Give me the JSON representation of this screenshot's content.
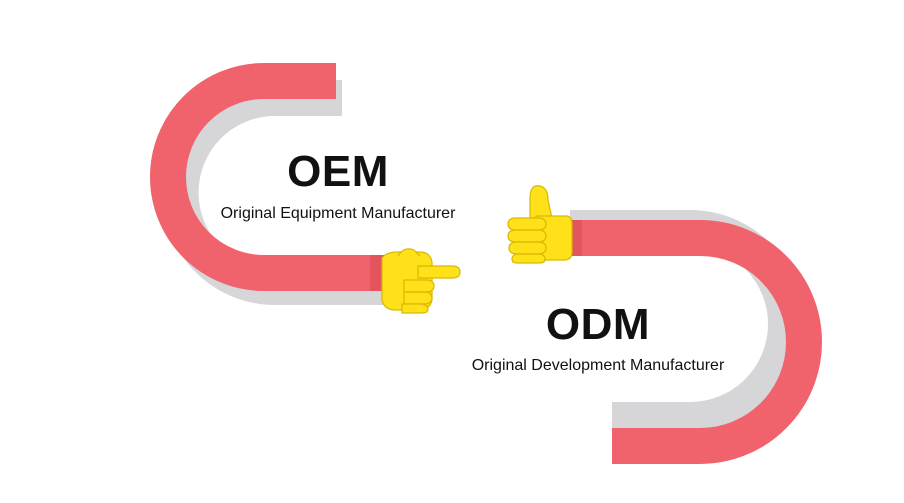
{
  "colors": {
    "arm": "#f0636c",
    "arm_shadow": "#d6d6d8",
    "hand": "#ffe11a",
    "hand_outline": "#d9b800",
    "text": "#111111"
  },
  "oem": {
    "title": "OEM",
    "subtitle": "Original Equipment Manufacturer",
    "hand_icon": "pointing-hand-icon"
  },
  "odm": {
    "title": "ODM",
    "subtitle": "Original Development Manufacturer",
    "hand_icon": "thumbs-up-icon"
  }
}
